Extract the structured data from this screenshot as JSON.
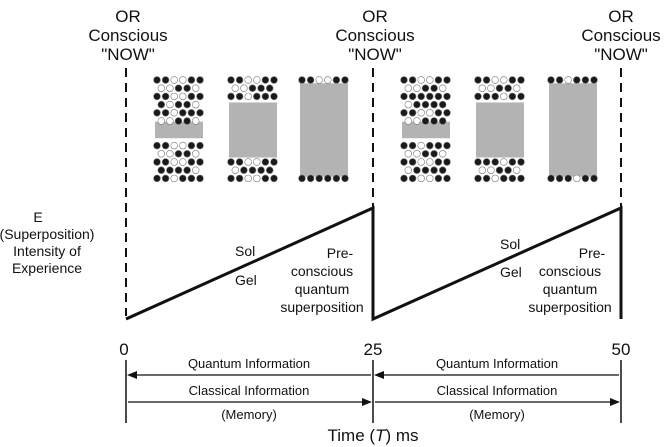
{
  "colors": {
    "ink": "#111111",
    "dimer_filled": "#1a1a1a",
    "dimer_empty": "#ffffff",
    "superposition_fill": "#b3b3b3"
  },
  "or_labels": [
    {
      "line1": "OR",
      "line2": "Conscious",
      "line3": "\"NOW\""
    },
    {
      "line1": "OR",
      "line2": "Conscious",
      "line3": "\"NOW\""
    },
    {
      "line1": "OR",
      "line2": "Conscious",
      "line3": "\"NOW\""
    }
  ],
  "y_label": {
    "line1": "E",
    "line2": "(Superposition)",
    "line3": "Intensity of",
    "line4": "Experience"
  },
  "cycle_labels": [
    {
      "sol": "Sol",
      "gel": "Gel",
      "pre1": "Pre-",
      "pre2": "conscious",
      "pre3": "quantum",
      "pre4": "superposition"
    },
    {
      "sol": "Sol",
      "gel": "Gel",
      "pre1": "Pre-",
      "pre2": "conscious",
      "pre3": "quantum",
      "pre4": "superposition"
    }
  ],
  "timeline": {
    "ticks": [
      "0",
      "25",
      "50"
    ],
    "quantum_label": "Quantum Information",
    "classical_label": "Classical Information",
    "memory_label": "(Memory)",
    "axis_title_prefix": "Time (",
    "axis_title_var": "T",
    "axis_title_suffix": ") ms"
  },
  "microtubules": [
    {
      "superposition_fraction": 0.15
    },
    {
      "superposition_fraction": 0.5
    },
    {
      "superposition_fraction": 0.85
    },
    {
      "superposition_fraction": 0.15
    },
    {
      "superposition_fraction": 0.5
    },
    {
      "superposition_fraction": 0.85
    }
  ]
}
